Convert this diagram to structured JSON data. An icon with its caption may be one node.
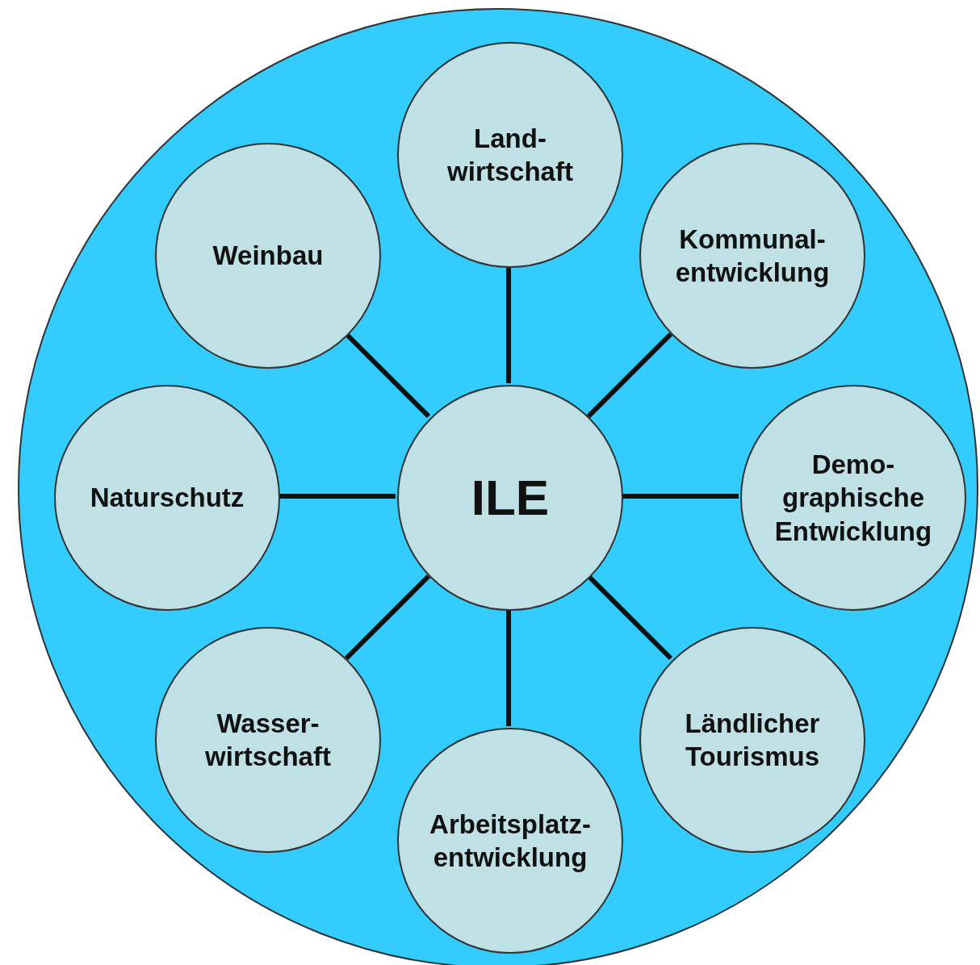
{
  "diagram": {
    "nodes": [
      {
        "text": [],
        "shape": "circle"
      },
      {
        "text": [
          "Land- wirtschaft"
        ],
        "in": 0
      },
      {
        "text": [
          "Weinbau"
        ],
        "in": 0
      },
      {
        "text": [
          "Kommunal- entwicklung"
        ],
        "in": 0
      },
      {
        "text": [
          "Naturschutz"
        ],
        "in": 0
      },
      {
        "text": [
          "ILE"
        ],
        "in": 0
      },
      {
        "text": [
          "Demo- graphische Entwicklung"
        ],
        "in": 0
      },
      {
        "text": [
          "Wasser- wirtschaft"
        ],
        "in": 0
      },
      {
        "text": [
          "Ländlicher Tourismus"
        ],
        "in": 0
      },
      {
        "text": [
          "Arbeitsplatz- entwicklung"
        ],
        "in": 0
      }
    ],
    "edges": [
      {
        "from": 5,
        "to": 1,
        "arrow": "none"
      },
      {
        "from": 5,
        "to": 2,
        "arrow": "none"
      },
      {
        "from": 5,
        "to": 3,
        "arrow": "none"
      },
      {
        "from": 5,
        "to": 4,
        "arrow": "none"
      },
      {
        "from": 5,
        "to": 6,
        "arrow": "none"
      },
      {
        "from": 5,
        "to": 7,
        "arrow": "none"
      },
      {
        "from": 5,
        "to": 8,
        "arrow": "none"
      },
      {
        "from": 5,
        "to": 9,
        "arrow": "none"
      }
    ]
  }
}
